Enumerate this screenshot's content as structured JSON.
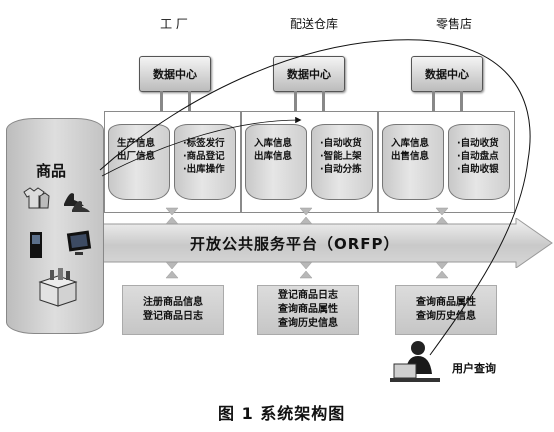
{
  "columns": [
    {
      "title": "工 厂",
      "data_center": "数据中心",
      "left_lines": [
        "生产信息",
        "出厂信息"
      ],
      "right_lines": [
        "·标签发行",
        "·商品登记",
        "·出库操作"
      ]
    },
    {
      "title": "配送仓库",
      "data_center": "数据中心",
      "left_lines": [
        "入库信息",
        "出库信息"
      ],
      "right_lines": [
        "·自动收货",
        "·智能上架",
        "·自动分拣"
      ]
    },
    {
      "title": "零售店",
      "data_center": "数据中心",
      "left_lines": [
        "入库信息",
        "出售信息"
      ],
      "right_lines": [
        "·自动收货",
        "·自动盘点",
        "·自助收银"
      ]
    }
  ],
  "product": {
    "label": "商品"
  },
  "platform": {
    "label": "开放公共服务平台（ORFP）"
  },
  "bottom_boxes": [
    {
      "lines": [
        "注册商品信息",
        "登记商品日志"
      ]
    },
    {
      "lines": [
        "登记商品日志",
        "查询商品属性",
        "查询历史信息"
      ]
    },
    {
      "lines": [
        "查询商品属性",
        "查询历史信息"
      ]
    }
  ],
  "user": {
    "label": "用户查询"
  },
  "caption": "图 1  系统架构图"
}
